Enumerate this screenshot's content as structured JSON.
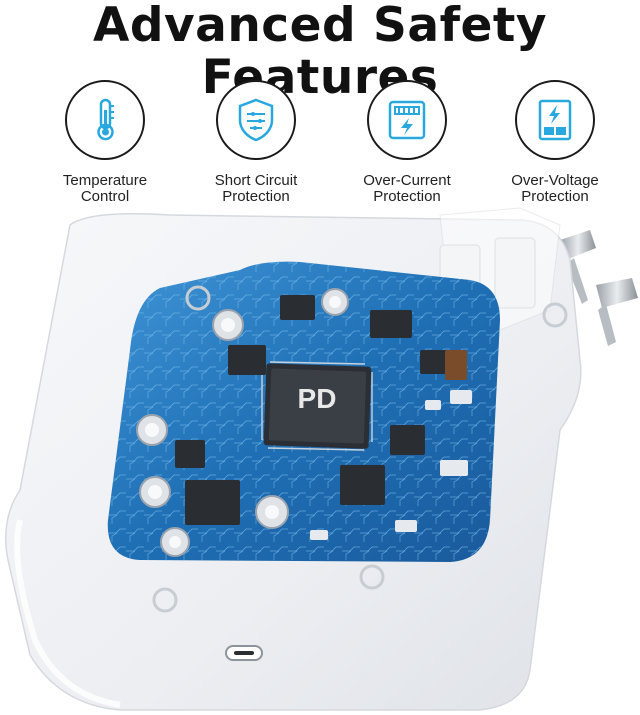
{
  "header": {
    "title": "Advanced Safety Features"
  },
  "features": [
    {
      "icon": "thermometer-icon",
      "line1": "Temperature",
      "line2": "Control"
    },
    {
      "icon": "shield-circuit-icon",
      "line1": "Short Circuit",
      "line2": "Protection"
    },
    {
      "icon": "meter-bolt-icon",
      "line1": "Over-Current",
      "line2": "Protection"
    },
    {
      "icon": "battery-bolt-icon",
      "line1": "Over-Voltage",
      "line2": "Protection"
    }
  ],
  "product": {
    "chip_label": "PD"
  },
  "colors": {
    "icon_accent": "#29a8e0",
    "board_blue": "#1f6fb5",
    "outline": "#1a1a1a"
  }
}
